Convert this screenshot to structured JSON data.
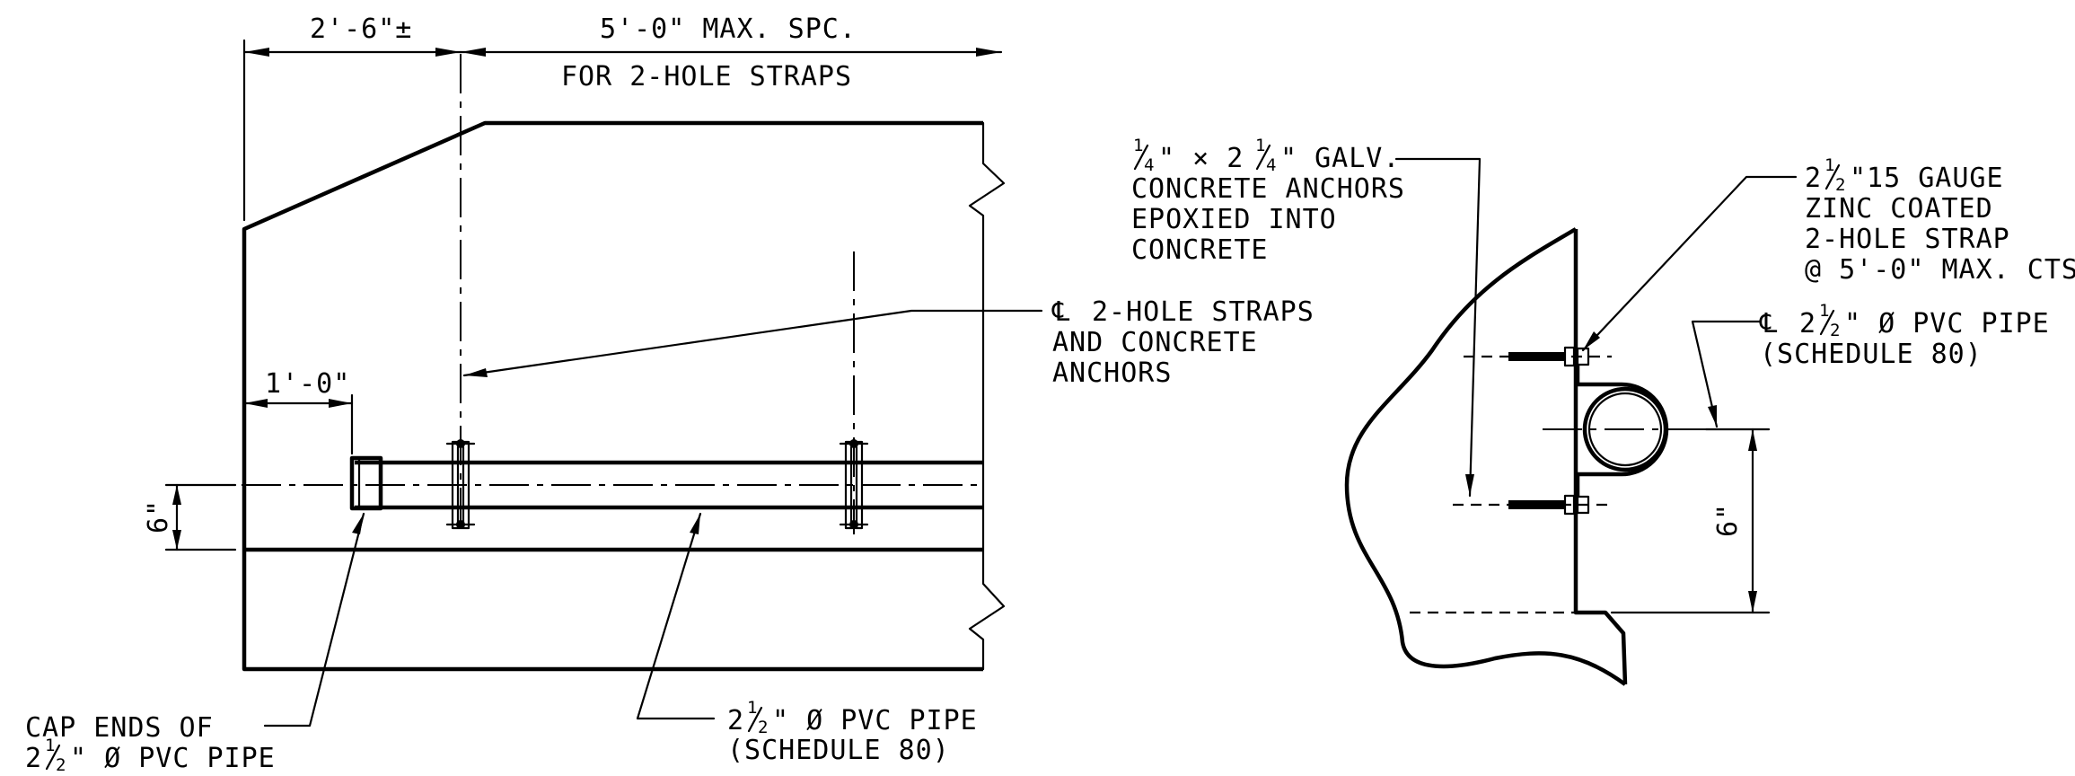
{
  "left_view": {
    "dim_edge": "2'-6\"±",
    "dim_spacing": "5'-0\" MAX. SPC.",
    "dim_spacing_note": "FOR 2-HOLE STRAPS",
    "dim_cap_offset": "1'-0\"",
    "dim_height": "6\"",
    "cl_label_line1": "2-HOLE STRAPS",
    "cl_label_line2": "AND CONCRETE",
    "cl_label_line3": "ANCHORS",
    "cap_note_line1": "CAP ENDS OF",
    "cap_note_line2": "\" Ø PVC PIPE",
    "pipe_note_line1": "\" Ø PVC PIPE",
    "pipe_note_line2": "(SCHEDULE 80)"
  },
  "section_view": {
    "anchor_size": "\" × 2",
    "anchor_size_end": "\" GALV.",
    "anchor_line2": "CONCRETE ANCHORS",
    "anchor_line3": "EPOXIED INTO",
    "anchor_line4": "CONCRETE",
    "strap_line1": "\"15 GAUGE",
    "strap_line2": "ZINC COATED",
    "strap_line3": "2-HOLE STRAP",
    "strap_line4": "@ 5'-0\" MAX. CTS.",
    "pipe_cl_line1": "\" Ø PVC PIPE",
    "pipe_cl_line2": "(SCHEDULE 80)",
    "dim_height": "6\""
  },
  "fractions": {
    "whole_2": "2",
    "num_1": "1",
    "den_2": "2",
    "den_4": "4"
  },
  "centerline_symbol": "℄"
}
